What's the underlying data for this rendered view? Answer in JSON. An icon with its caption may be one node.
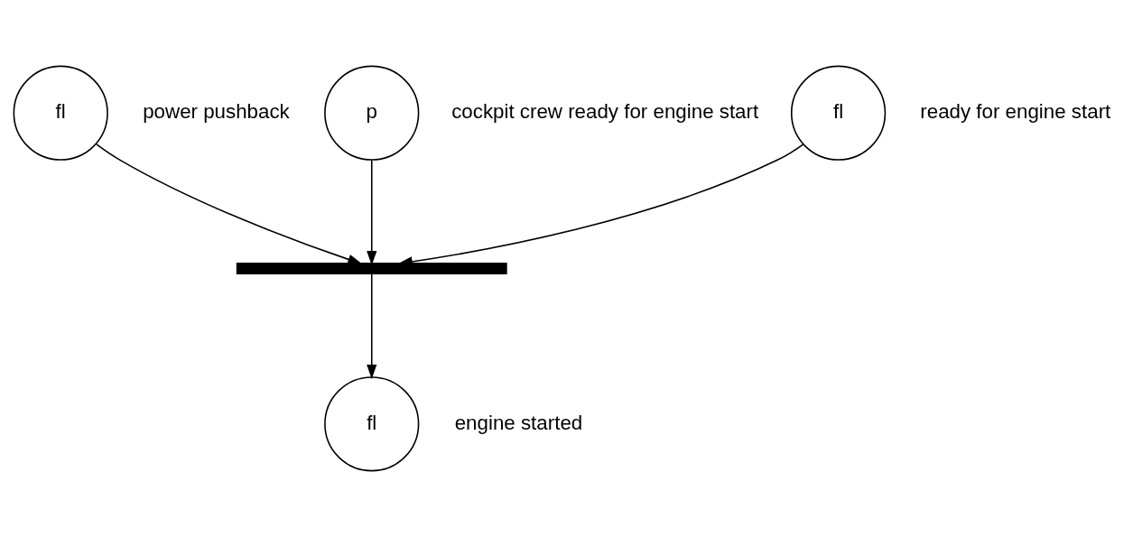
{
  "diagram": {
    "nodes": [
      {
        "text": [
          "fl"
        ],
        "beside": [
          "power pushback"
        ]
      },
      {
        "text": [
          "p"
        ],
        "beside": [
          "cockpit crew ready for engine start"
        ]
      },
      {
        "text": [
          "fl"
        ],
        "beside": [
          "ready for engine start"
        ]
      },
      {
        "text": [],
        "shape": "bar"
      },
      {
        "text": [
          "fl"
        ],
        "beside": [
          "engine started"
        ]
      }
    ],
    "edges": [
      {
        "from": 0,
        "to": 3,
        "arrow": "to"
      },
      {
        "from": 1,
        "to": 3,
        "arrow": "to"
      },
      {
        "from": 2,
        "to": 3,
        "arrow": "to"
      },
      {
        "from": 3,
        "to": 4,
        "arrow": "to"
      }
    ]
  }
}
